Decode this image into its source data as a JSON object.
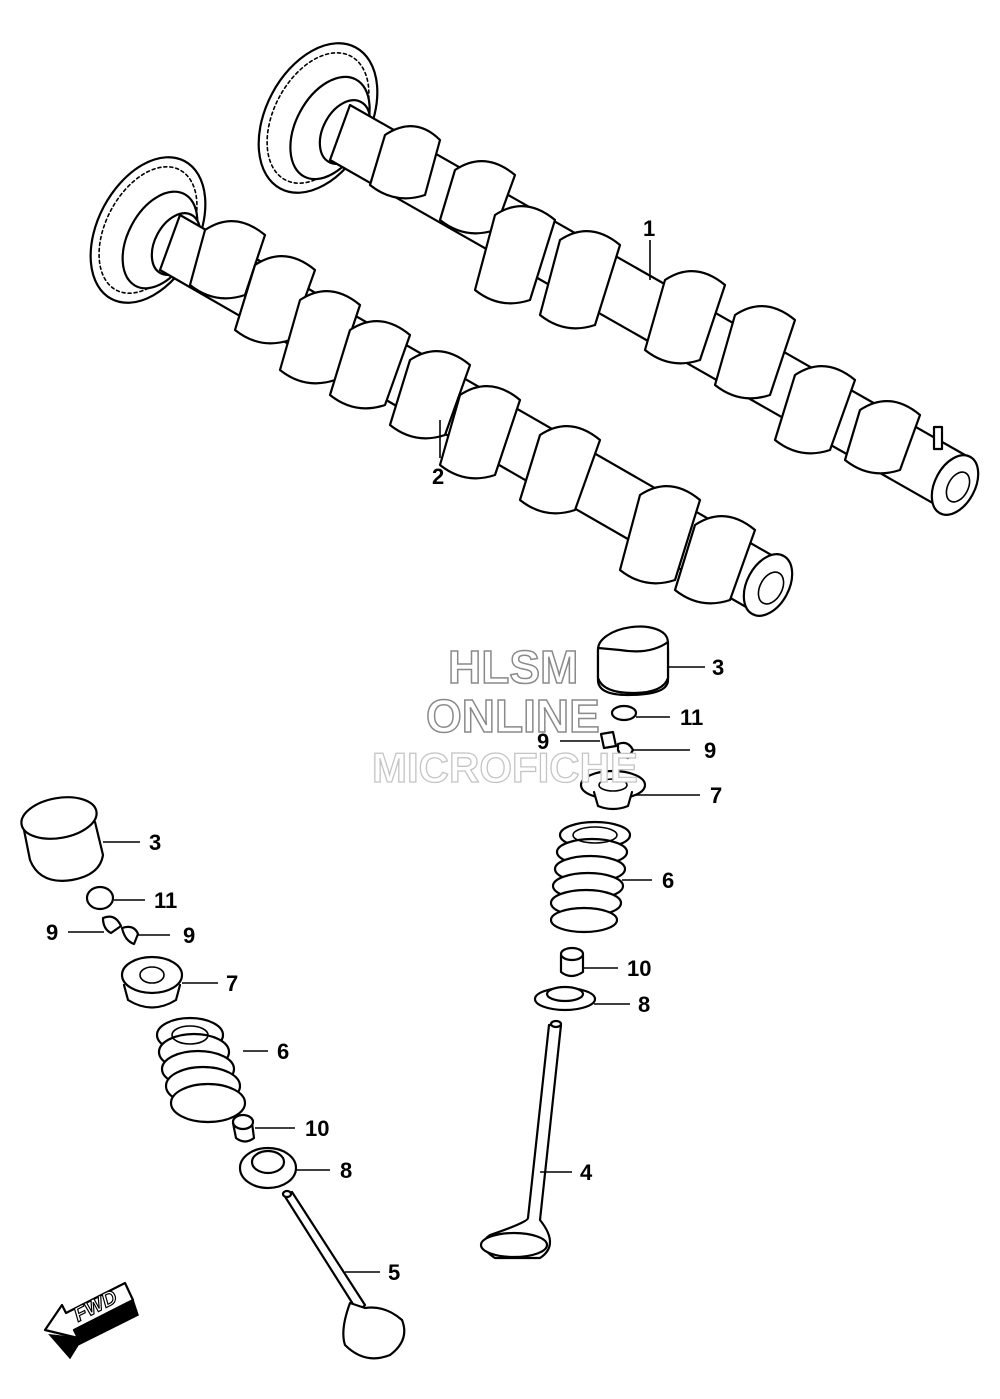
{
  "watermark": {
    "line1": "HLSM",
    "line2": "ONLINE",
    "line3": "MICROFICHE"
  },
  "fwd_label": "FWD",
  "callouts": {
    "c1": "1",
    "c2": "2",
    "c3a": "3",
    "c3b": "3",
    "c4": "4",
    "c5": "5",
    "c6a": "6",
    "c6b": "6",
    "c7a": "7",
    "c7b": "7",
    "c8a": "8",
    "c8b": "8",
    "c9a": "9",
    "c9b": "9",
    "c9c": "9",
    "c9d": "9",
    "c10a": "10",
    "c10b": "10",
    "c11a": "11",
    "c11b": "11"
  }
}
